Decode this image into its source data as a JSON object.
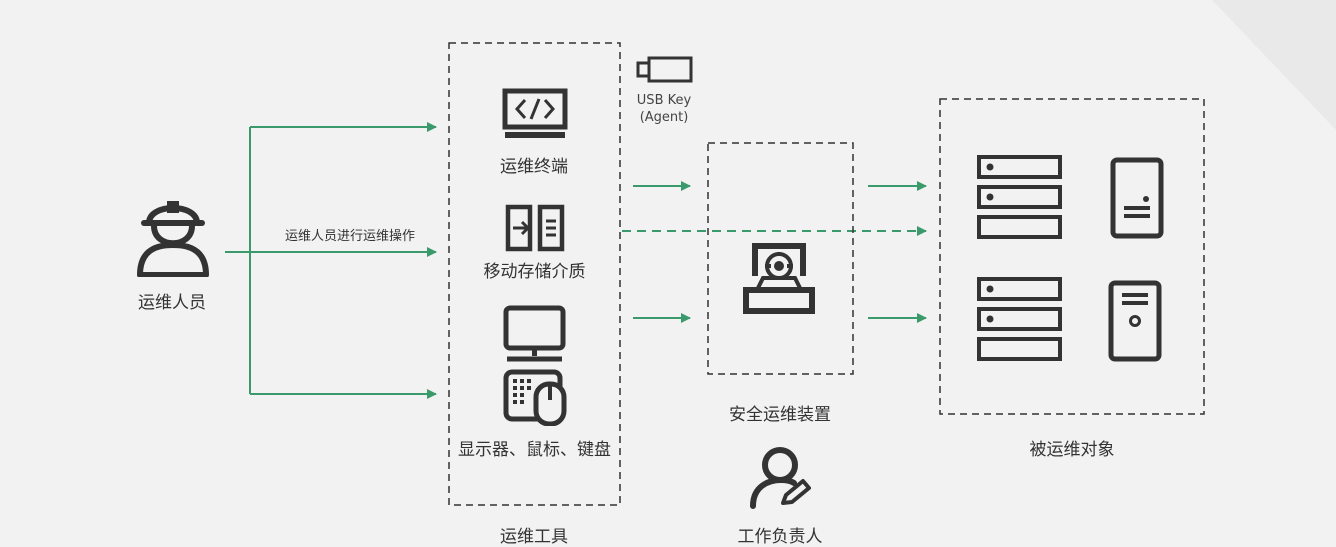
{
  "colors": {
    "background": "#f2f2f2",
    "corner_shape": "#e9e9e9",
    "arrow_green": "#3a9a6c",
    "icon_dark": "#333333",
    "dash_border": "#333333"
  },
  "operator": {
    "label": "运维人员",
    "icon": "worker-hardhat-icon",
    "action_label": "运维人员进行运维操作"
  },
  "tools_group": {
    "caption": "运维工具",
    "items": [
      {
        "label": "运维终端",
        "icon": "code-monitor-icon"
      },
      {
        "label": "移动存储介质",
        "icon": "removable-storage-icon"
      },
      {
        "label": "显示器、鼠标、键盘",
        "icon": "monitor-keyboard-mouse-icon"
      }
    ]
  },
  "usb_key": {
    "line1": "USB Key",
    "line2": "(Agent)",
    "icon": "usb-key-icon"
  },
  "secure_device": {
    "caption": "安全运维装置",
    "icon": "secure-ops-device-icon"
  },
  "targets_group": {
    "caption": "被运维对象",
    "icons": [
      "rack-server-icon",
      "tower-server-icon",
      "rack-server-icon",
      "tower-pc-icon"
    ]
  },
  "supervisor": {
    "label": "工作负责人",
    "icon": "user-edit-icon"
  }
}
